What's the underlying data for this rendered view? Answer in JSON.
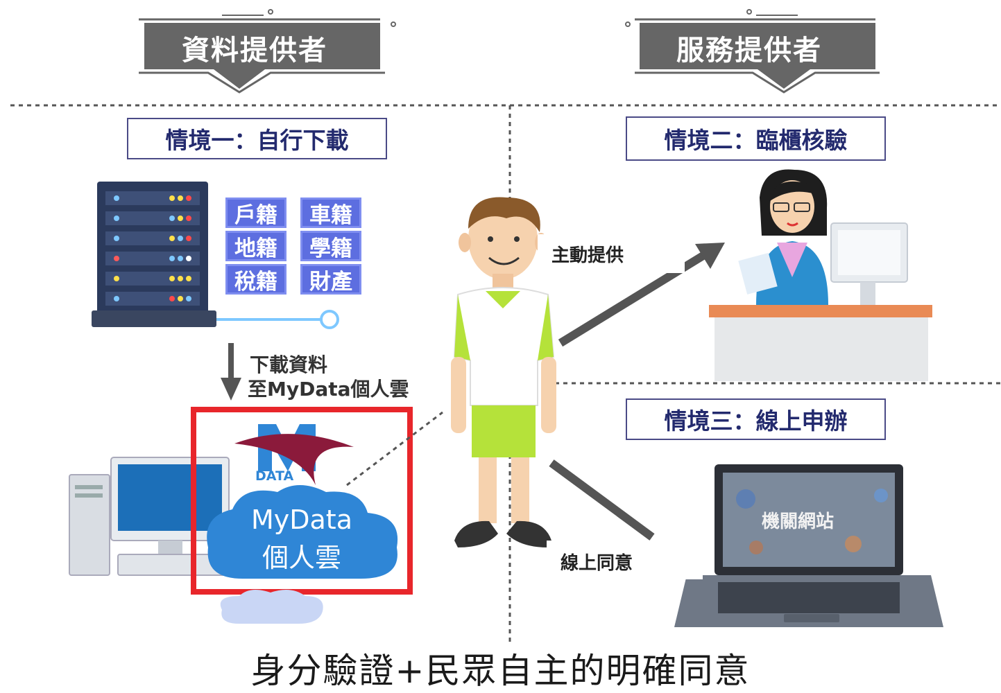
{
  "banners": {
    "left": "資料提供者",
    "right": "服務提供者"
  },
  "scenarios": {
    "one": "情境一：自行下載",
    "two": "情境二：臨櫃核驗",
    "three": "情境三：線上申辦"
  },
  "records": [
    "戶籍",
    "車籍",
    "地籍",
    "學籍",
    "稅籍",
    "財產"
  ],
  "download_label": {
    "line1": "下載資料",
    "line2": "至MyData個人雲"
  },
  "mydata": {
    "logo_letter": "M",
    "logo_text": "DATA",
    "cloud_line1": "MyData",
    "cloud_line2": "個人雲"
  },
  "arrows": {
    "proactive": "主動提供",
    "online_consent": "線上同意"
  },
  "laptop_screen": "機關網站",
  "footer": "身分驗證+民眾自主的明確同意",
  "colors": {
    "banner": "#666666",
    "scenario_text": "#232a6e",
    "highlight": "#e8262b",
    "tile": "#5d6ee0",
    "arrow": "#555555",
    "cloud": "#2f86d6",
    "shirt_accent": "#b5e23a"
  }
}
